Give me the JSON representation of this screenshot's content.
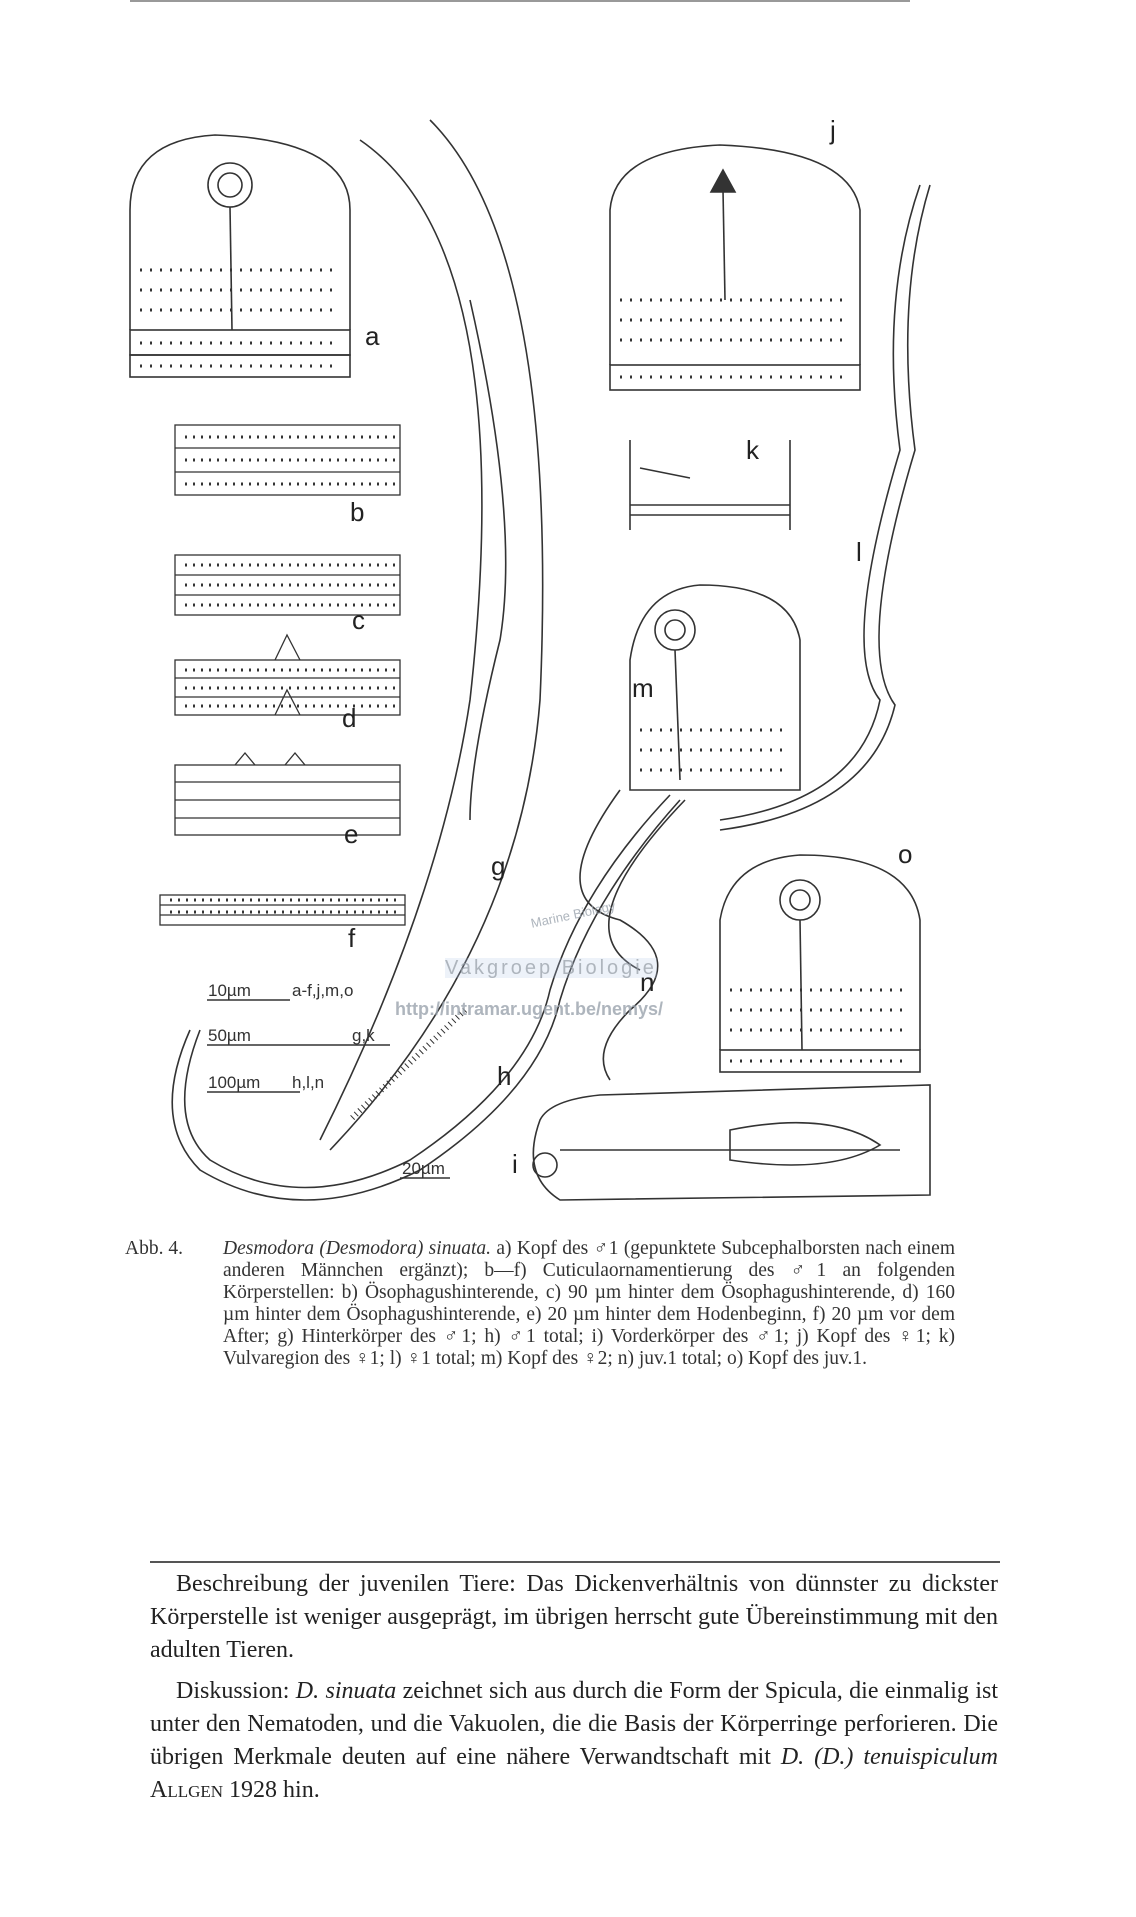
{
  "figure": {
    "panel_labels": [
      "a",
      "b",
      "c",
      "d",
      "e",
      "f",
      "g",
      "h",
      "i",
      "j",
      "k",
      "l",
      "m",
      "n",
      "o"
    ],
    "scale_bars": [
      {
        "length": "10µm",
        "panels": "a-f,j,m,o"
      },
      {
        "length": "50µm",
        "panels": "g,k"
      },
      {
        "length": "100µm",
        "panels": "h,l,n"
      },
      {
        "length": "20µm",
        "panels": "i"
      }
    ],
    "watermarks": [
      "Marine Biology",
      "Vakgroep Biologie",
      "http://intramar.ugent.be/nemys/"
    ]
  },
  "caption": {
    "label": "Abb. 4.",
    "species": "Desmodora (Desmodora) sinuata.",
    "text": "a) Kopf des ♂1 (gepunktete Subcephalborsten nach einem anderen Männchen ergänzt); b—f) Cuticulaornamentierung des ♂1 an folgenden Körperstellen: b) Ösophagushinterende, c) 90 µm hinter dem Ösophagushinterende, d) 160 µm hinter dem Ösophagushinterende, e) 20 µm hinter dem Hodenbeginn, f) 20 µm vor dem After; g) Hinterkörper des ♂1; h) ♂1 total; i) Vorderkörper des ♂1; j) Kopf des ♀1; k) Vulvaregion des ♀1; l) ♀1 total; m) Kopf des ♀2; n) juv.1 total; o) Kopf des juv.1."
  },
  "body": {
    "p1": "Beschreibung der juvenilen Tiere: Das Dickenverhältnis von dünnster zu dickster Körperstelle ist weniger ausgeprägt, im übrigen herrscht gute Übereinstimmung mit den adulten Tieren.",
    "p2_a": "Diskussion: ",
    "p2_species": "D. sinuata",
    "p2_b": " zeichnet sich aus durch die Form der Spicula, die einmalig ist unter den Nematoden, und die Vakuolen, die die Basis der Körperringe perforieren. Die übrigen Merkmale deuten auf eine nähere Verwandtschaft mit ",
    "p2_species2": "D. (D.) tenuispiculum",
    "p2_author": "Allgen",
    "p2_c": " 1928 hin."
  }
}
